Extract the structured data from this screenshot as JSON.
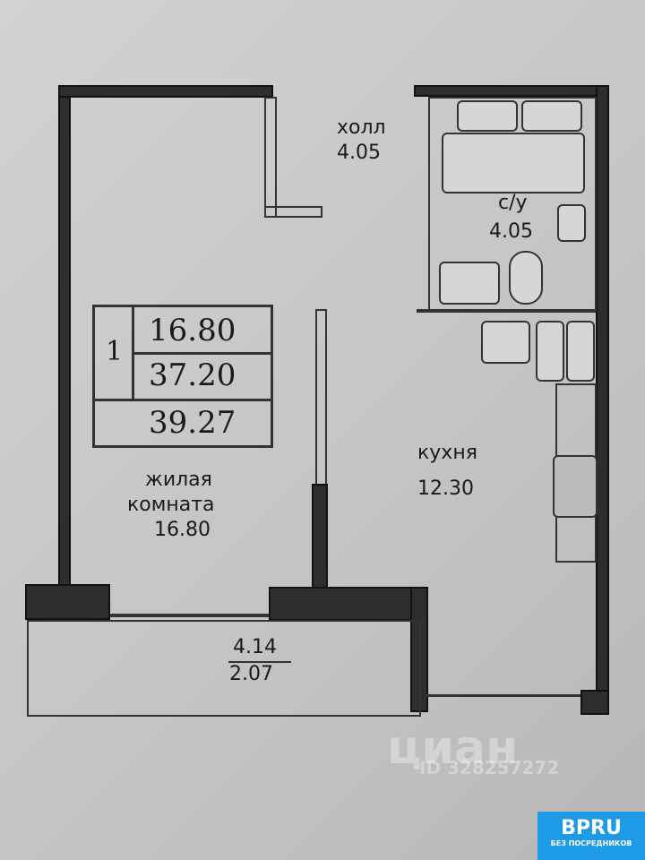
{
  "rooms": {
    "hall": {
      "name": "холл",
      "area": "4.05"
    },
    "bathroom": {
      "name": "с/у",
      "area": "4.05"
    },
    "kitchen": {
      "name": "кухня",
      "area": "12.30"
    },
    "living": {
      "name_line1": "жилая",
      "name_line2": "комната",
      "area": "16.80"
    },
    "balcony": {
      "area": "4.14",
      "reduced_area": "2.07"
    }
  },
  "summary_table": {
    "rooms_count": "1",
    "living_area": "16.80",
    "total_area": "37.20",
    "total_with_balcony": "39.27"
  },
  "watermark": {
    "brand": "циан",
    "id": "ID 328257272"
  },
  "badge": {
    "title": "BPRU",
    "subtitle": "БЕЗ ПОСРЕДНИКОВ",
    "color": "#1e9be6"
  }
}
